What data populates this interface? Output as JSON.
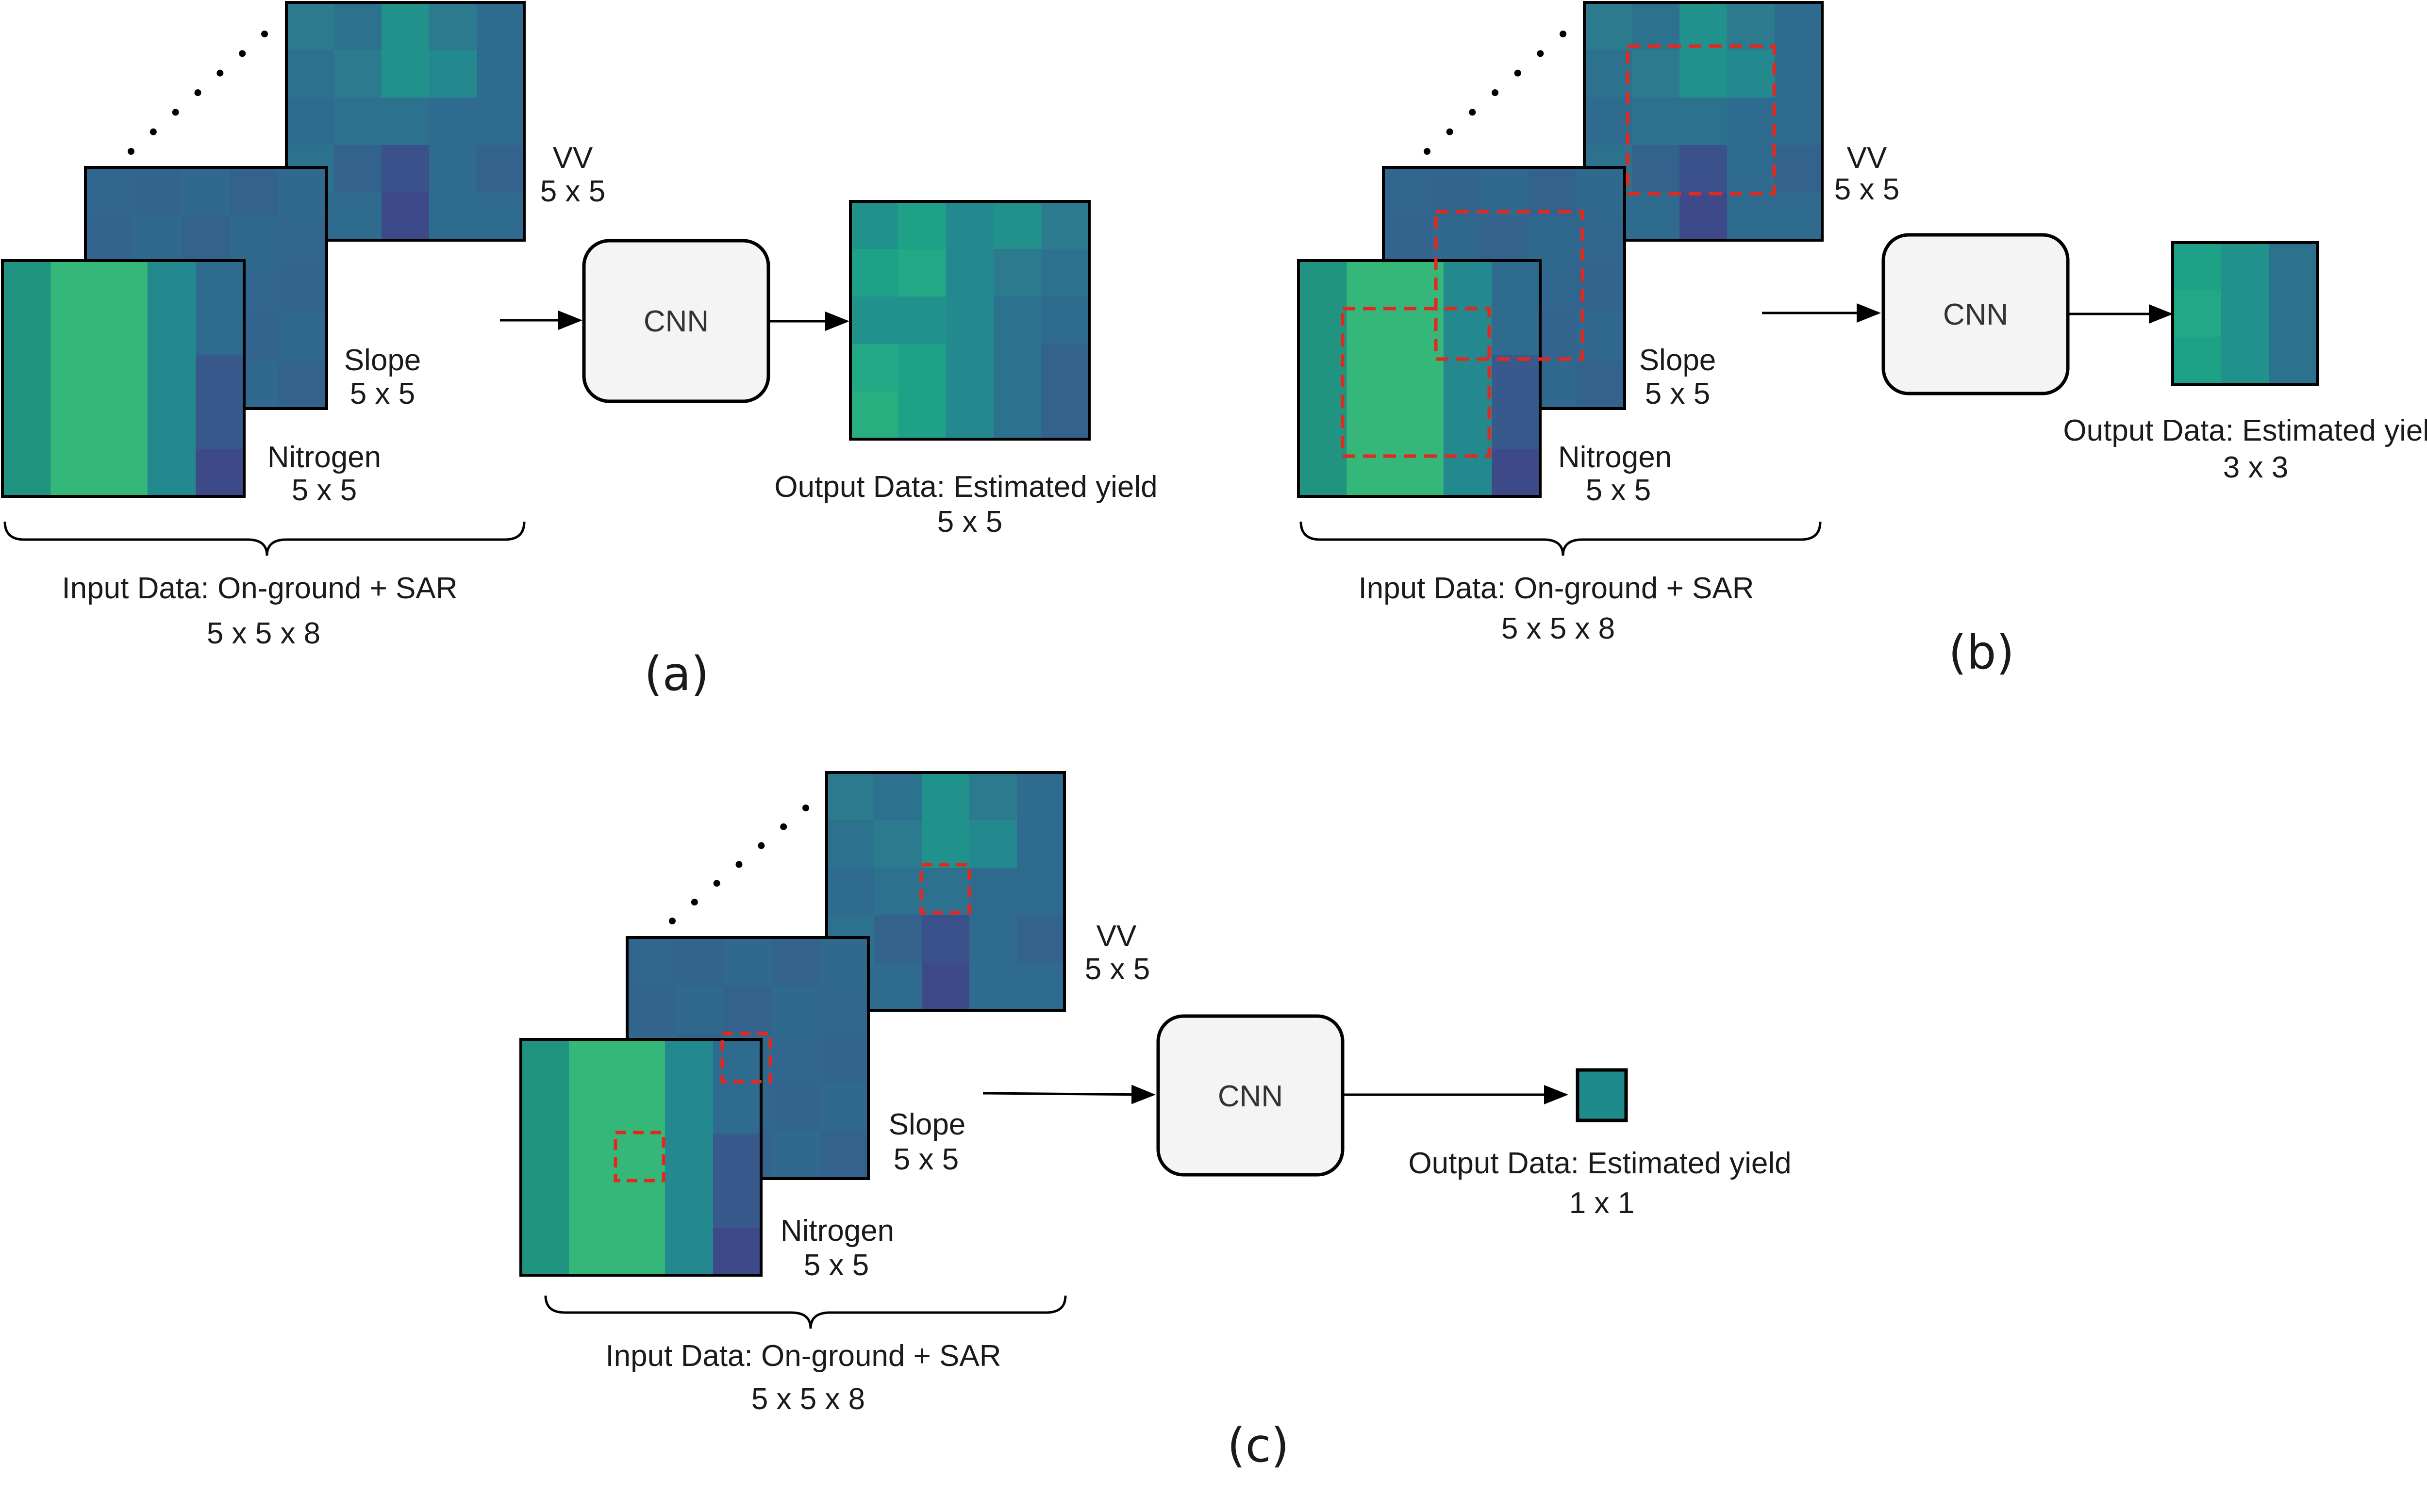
{
  "colors": {
    "nitrogen_cols": [
      "#219381",
      "#35b779",
      "#35b779",
      "#23898e",
      "#2e6b8e"
    ],
    "nitrogen_dark": "#3e4989",
    "slope_fill": "#31668e",
    "vv_cells": [
      [
        "#2b7a8e",
        "#2c718e",
        "#21918c",
        "#2b7a8e",
        "#2e6b8e"
      ],
      [
        "#2c718e",
        "#2b7a8e",
        "#21918c",
        "#23898e",
        "#2e6b8e"
      ],
      [
        "#2e6b8e",
        "#2c718e",
        "#2c718e",
        "#2e6b8e",
        "#2e6b8e"
      ],
      [
        "#2c718e",
        "#33638d",
        "#3b518b",
        "#2e6b8e",
        "#33638d"
      ],
      [
        "#2e6b8e",
        "#2e6b8e",
        "#3e4989",
        "#2e6b8e",
        "#2e6b8e"
      ]
    ],
    "out5_cells": [
      [
        "#21918c",
        "#1fa187",
        "#23898e",
        "#21918c",
        "#2b7a8e"
      ],
      [
        "#1fa187",
        "#22a884",
        "#23898e",
        "#2b7a8e",
        "#2c718e"
      ],
      [
        "#21918c",
        "#21918c",
        "#23898e",
        "#2c718e",
        "#2e6b8e"
      ],
      [
        "#22a884",
        "#1fa187",
        "#23898e",
        "#2c718e",
        "#33638d"
      ],
      [
        "#29af7f",
        "#1fa187",
        "#23898e",
        "#2c718e",
        "#33638d"
      ]
    ],
    "out3_cells": [
      [
        "#1fa187",
        "#21918c",
        "#2c718e"
      ],
      [
        "#22a884",
        "#21918c",
        "#2c718e"
      ],
      [
        "#1fa187",
        "#21918c",
        "#2c718e"
      ]
    ],
    "out1": "#1f8a8c",
    "dashed_red": "#e3291f",
    "cnn_fill": "#f4f4f4"
  },
  "panels": [
    {
      "letter": "(a)",
      "vv_label": "VV",
      "vv_dims": "5 x 5",
      "slope_label": "Slope",
      "slope_dims": "5 x 5",
      "nitrogen_label": "Nitrogen",
      "nitrogen_dims": "5 x 5",
      "input_title": "Input Data: On-ground + SAR",
      "input_dims": "5 x 5 x 8",
      "cnn": "CNN",
      "output_title": "Output Data: Estimated yield",
      "output_dims": "5 x 5"
    },
    {
      "letter": "(b)",
      "vv_label": "VV",
      "vv_dims": "5 x 5",
      "slope_label": "Slope",
      "slope_dims": "5 x 5",
      "nitrogen_label": "Nitrogen",
      "nitrogen_dims": "5 x 5",
      "input_title": "Input Data: On-ground + SAR",
      "input_dims": "5 x 5 x 8",
      "cnn": "CNN",
      "output_title": "Output Data: Estimated yield",
      "output_dims": "3 x 3"
    },
    {
      "letter": "(c)",
      "vv_label": "VV",
      "vv_dims": "5 x 5",
      "slope_label": "Slope",
      "slope_dims": "5 x 5",
      "nitrogen_label": "Nitrogen",
      "nitrogen_dims": "5 x 5",
      "input_title": "Input Data: On-ground + SAR",
      "input_dims": "5 x 5 x 8",
      "cnn": "CNN",
      "output_title": "Output Data: Estimated yield",
      "output_dims": "1 x 1"
    }
  ]
}
